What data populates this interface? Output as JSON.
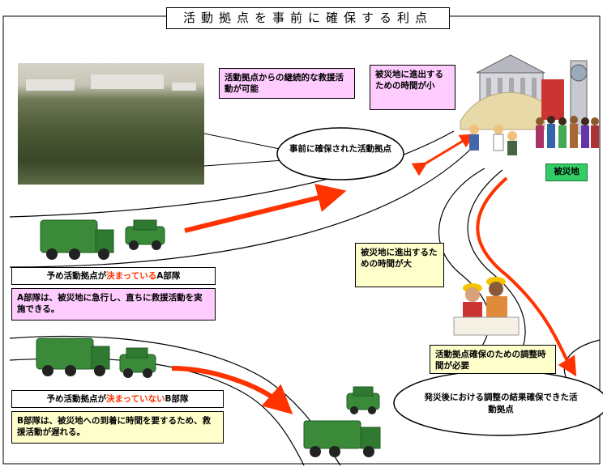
{
  "title": "活動拠点を事前に確保する利点",
  "boxes": {
    "continuous": "活動拠点からの継続的な救援活動が可能",
    "time_small": "被災地に進出するための時間が小",
    "time_large": "被災地に進出するための時間が大",
    "adjust_time": "活動拠点確保のための調整時間が必要"
  },
  "ellipses": {
    "pre_secured": "事前に確保された活動拠点",
    "post_secured": "発災後における調整の結果確保できた活動拠点"
  },
  "disaster_area": "被災地",
  "unit_a": {
    "prefix": "予め活動拠点が",
    "highlight": "決まっている",
    "suffix": "A部隊",
    "desc": "A部隊は、被災地に急行し、直ちに救援活動を実施できる。"
  },
  "unit_b": {
    "prefix": "予め活動拠点が",
    "highlight": "決まっていない",
    "suffix": "B部隊",
    "desc": "B部隊は、被災地への到着に時間を要するため、救援活動が遅れる。"
  },
  "colors": {
    "arrow": "#ff3300",
    "truck_green": "#3a8a3a",
    "truck_dark": "#1f5a22",
    "label_green": "#33cc66"
  }
}
